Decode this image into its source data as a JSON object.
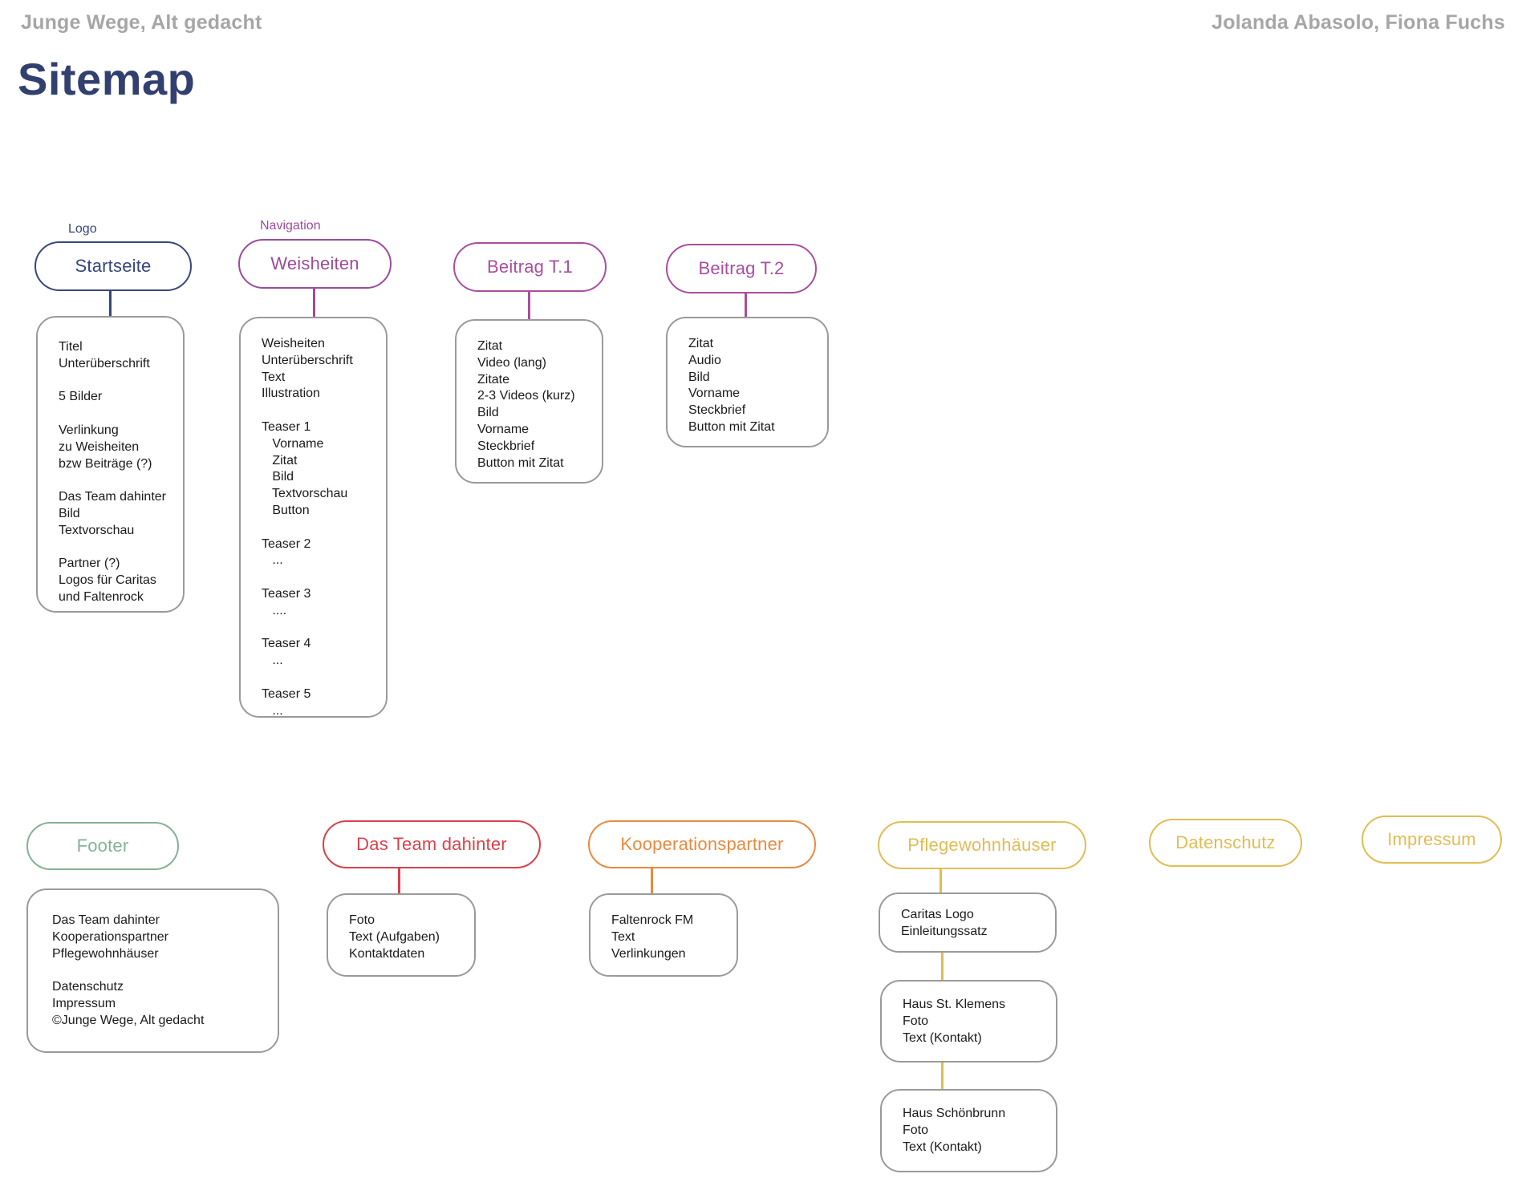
{
  "header": {
    "project": "Junge Wege, Alt gedacht",
    "authors": "Jolanda Abasolo, Fiona Fuchs",
    "title": "Sitemap"
  },
  "palette": {
    "navy": "#37467d",
    "purple": "#9c4b9c",
    "magenta": "#aa4d9f",
    "green": "#84b295",
    "red": "#d9424b",
    "orange": "#e98a3f",
    "gold": "#e2bc55",
    "box_border_gray": "#9a9a9a",
    "header_gray": "#a6a6a6",
    "title_navy": "#32406f",
    "box_text": "#1a1a1a"
  },
  "sitemap": {
    "startseite": {
      "tag": "Logo",
      "label": "Startseite",
      "box": [
        "Titel",
        "Unterüberschrift",
        "",
        "5 Bilder",
        "",
        "Verlinkung",
        "zu Weisheiten",
        "bzw Beiträge (?)",
        "",
        "Das Team dahinter",
        "Bild",
        "Textvorschau",
        "",
        "Partner (?)",
        "Logos für Caritas",
        "und Faltenrock"
      ]
    },
    "weisheiten": {
      "tag": "Navigation",
      "label": "Weisheiten",
      "box": [
        "Weisheiten",
        "Unterüberschrift",
        "Text",
        "Illustration",
        "",
        "Teaser 1",
        "   Vorname",
        "   Zitat",
        "   Bild",
        "   Textvorschau",
        "   Button",
        "",
        "Teaser 2",
        "   ...",
        "",
        "Teaser 3",
        "   ....",
        "",
        "Teaser 4",
        "   ...",
        "",
        "Teaser 5",
        "   ..."
      ]
    },
    "beitrag1": {
      "label": "Beitrag T.1",
      "box": [
        "Zitat",
        "Video (lang)",
        "Zitate",
        "2-3 Videos (kurz)",
        "Bild",
        "Vorname",
        "Steckbrief",
        "Button mit Zitat"
      ]
    },
    "beitrag2": {
      "label": "Beitrag T.2",
      "box": [
        "Zitat",
        "Audio",
        "Bild",
        "Vorname",
        "Steckbrief",
        "Button mit Zitat"
      ]
    },
    "footer": {
      "label": "Footer",
      "box": [
        "Das Team dahinter",
        "Kooperationspartner",
        "Pflegewohnhäuser",
        "",
        "Datenschutz",
        "Impressum",
        "©Junge Wege, Alt gedacht"
      ]
    },
    "team": {
      "label": "Das Team dahinter",
      "box": [
        "Foto",
        "Text (Aufgaben)",
        "Kontaktdaten"
      ]
    },
    "koop": {
      "label": "Kooperationspartner",
      "box": [
        "Faltenrock FM",
        "Text",
        "Verlinkungen"
      ]
    },
    "pflege": {
      "label": "Pflegewohnhäuser",
      "box1": [
        "Caritas Logo",
        "Einleitungssatz"
      ],
      "box2": [
        "Haus St. Klemens",
        "Foto",
        "Text (Kontakt)"
      ],
      "box3": [
        "Haus Schönbrunn",
        "Foto",
        "Text (Kontakt)"
      ]
    },
    "datenschutz": {
      "label": "Datenschutz"
    },
    "impressum": {
      "label": "Impressum"
    }
  }
}
